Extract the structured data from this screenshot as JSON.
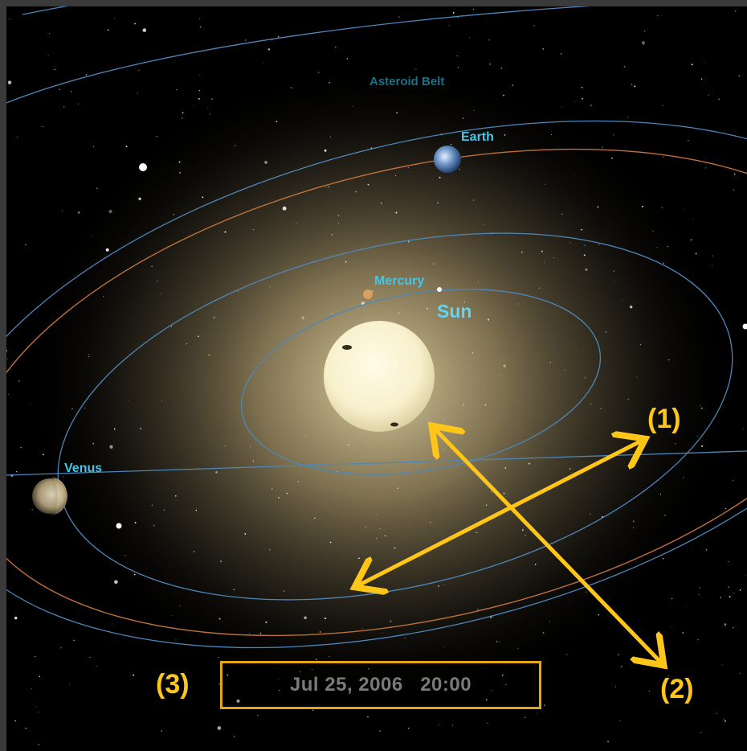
{
  "view": {
    "labels": {
      "asteroid_belt": "Asteroid Belt",
      "earth": "Earth",
      "mercury": "Mercury",
      "sun": "Sun",
      "venus": "Venus"
    },
    "date_time": "Jul 25, 2006   20:00"
  },
  "annotations": {
    "marker_1": "(1)",
    "marker_2": "(2)",
    "marker_3": "(3)"
  },
  "colors": {
    "orbit": "#4f86b8",
    "earth_orbit": "#c0703a",
    "annotation": "#ffc61a",
    "label": "#40c8ec",
    "sun_glow": "#d8c89a"
  }
}
